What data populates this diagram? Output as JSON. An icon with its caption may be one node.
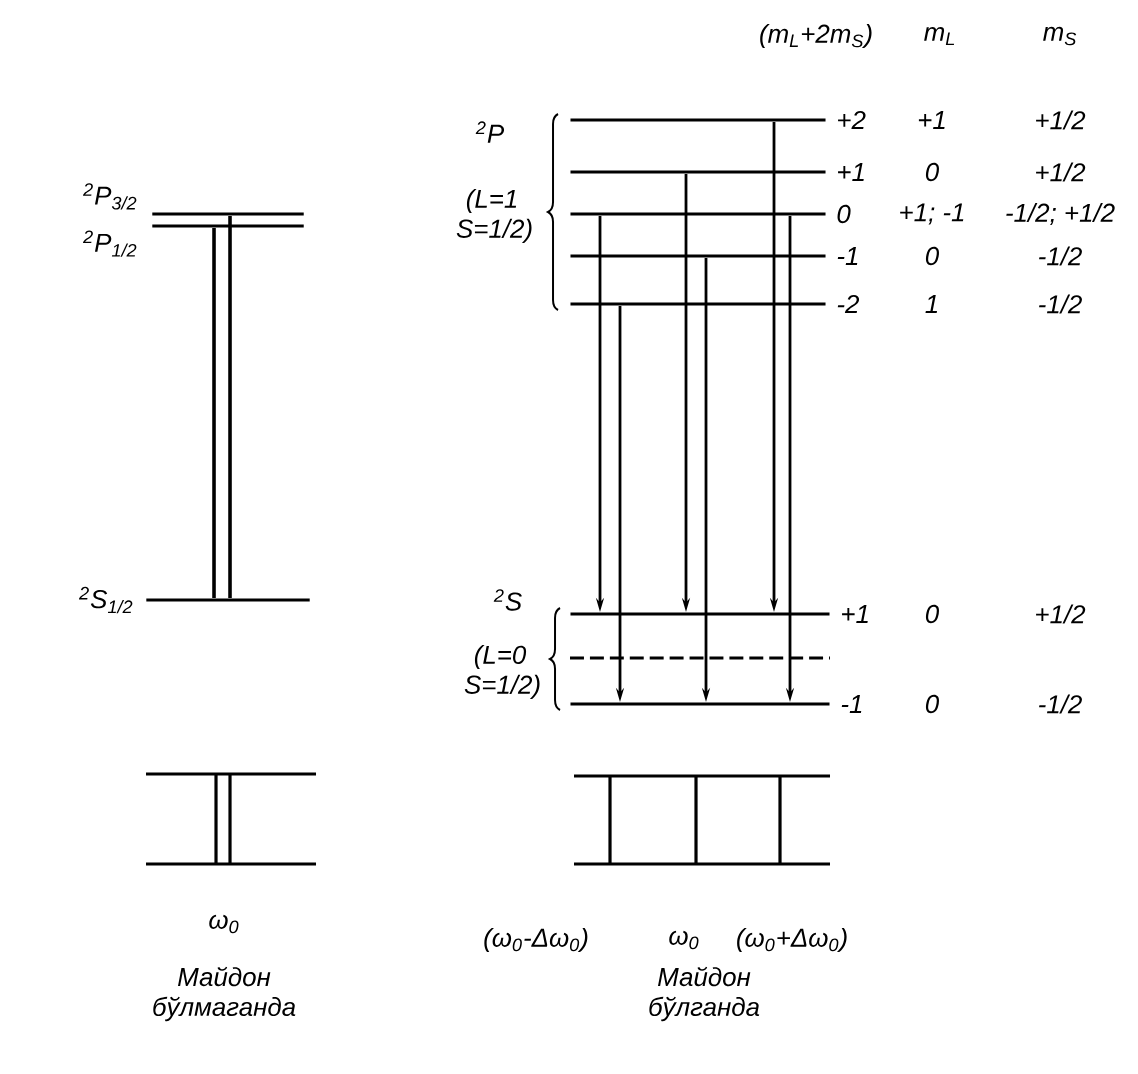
{
  "diagram": {
    "nodes": [
      {
        "text": [
          "$^{2}$P$_{3/2}$"
        ]
      },
      {
        "text": [
          "$^{2}$P$_{1/2}$"
        ]
      },
      {
        "text": [
          "$^{2}$S$_{1/2}$"
        ]
      },
      {
        "text": [
          "+2"
        ],
        "beside": [
          "+1",
          "+1/2"
        ]
      },
      {
        "text": [
          "+1"
        ],
        "beside": [
          "0",
          "+1/2"
        ]
      },
      {
        "text": [
          "0"
        ],
        "beside": [
          "+1; -1",
          "-1/2; +1/2"
        ]
      },
      {
        "text": [
          "-1"
        ],
        "beside": [
          "0",
          "-1/2"
        ]
      },
      {
        "text": [
          "-2"
        ],
        "beside": [
          "1",
          "-1/2"
        ]
      },
      {
        "text": [
          "+1"
        ],
        "beside": [
          "0",
          "+1/2"
        ]
      },
      {
        "text": [],
        "shape": "bar"
      },
      {
        "text": [
          "-1"
        ],
        "beside": [
          "0",
          "-1/2"
        ]
      }
    ],
    "edges": [
      {
        "from": 0,
        "to": 2,
        "arrow": "none"
      },
      {
        "from": 1,
        "to": 2,
        "arrow": "none"
      },
      {
        "from": 5,
        "to": 8,
        "arrow": "to"
      },
      {
        "from": 7,
        "to": 10,
        "arrow": "to"
      },
      {
        "from": 4,
        "to": 8,
        "arrow": "to"
      },
      {
        "from": 6,
        "to": 10,
        "arrow": "to"
      },
      {
        "from": 3,
        "to": 8,
        "arrow": "to"
      },
      {
        "from": 5,
        "to": 10,
        "arrow": "to"
      }
    ],
    "labels": [
      "(m$_{L}$+2m$_{S}$)",
      "m$_{L}$",
      "m$_{S}$",
      "$^{2}$P",
      "(L=1 S=1/2)",
      "$^{2}$S",
      "(L=0 S=1/2)",
      "ω$_{0}$",
      "Майдон бўлмаганда",
      "(ω$_{0}$-Δω$_{0}$)",
      "ω$_{0}$",
      "(ω$_{0}$+Δω$_{0}$)",
      "Майдон бўлганда"
    ]
  }
}
